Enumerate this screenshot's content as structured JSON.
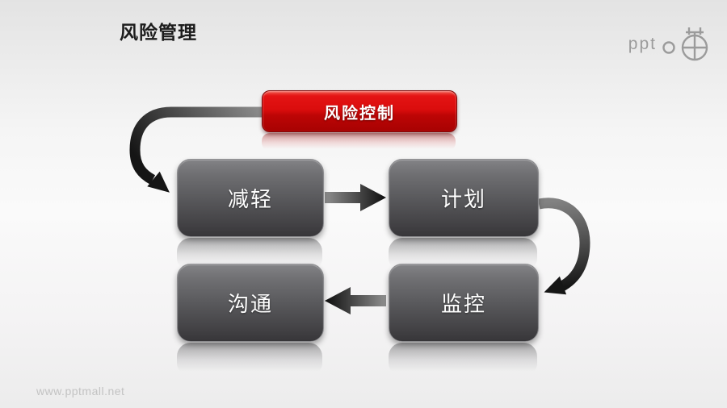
{
  "slide": {
    "title": "风险管理",
    "watermark": "www.pptmall.net"
  },
  "logo": {
    "text": "ppt",
    "icon": "circle-crosshair-logo",
    "color": "#9b9b9b"
  },
  "diagram": {
    "type": "flow",
    "accent_color": "#d90d0d",
    "node_color": "#58585b",
    "control": {
      "label": "风险控制"
    },
    "nodes": [
      {
        "label": "减轻"
      },
      {
        "label": "计划"
      },
      {
        "label": "监控"
      },
      {
        "label": "沟通"
      }
    ],
    "arrows": [
      {
        "from": "风险控制",
        "to": "减轻",
        "style": "curved-left-down"
      },
      {
        "from": "减轻",
        "to": "计划",
        "style": "straight-right"
      },
      {
        "from": "计划",
        "to": "监控",
        "style": "curved-right-down"
      },
      {
        "from": "监控",
        "to": "沟通",
        "style": "straight-left"
      }
    ]
  }
}
